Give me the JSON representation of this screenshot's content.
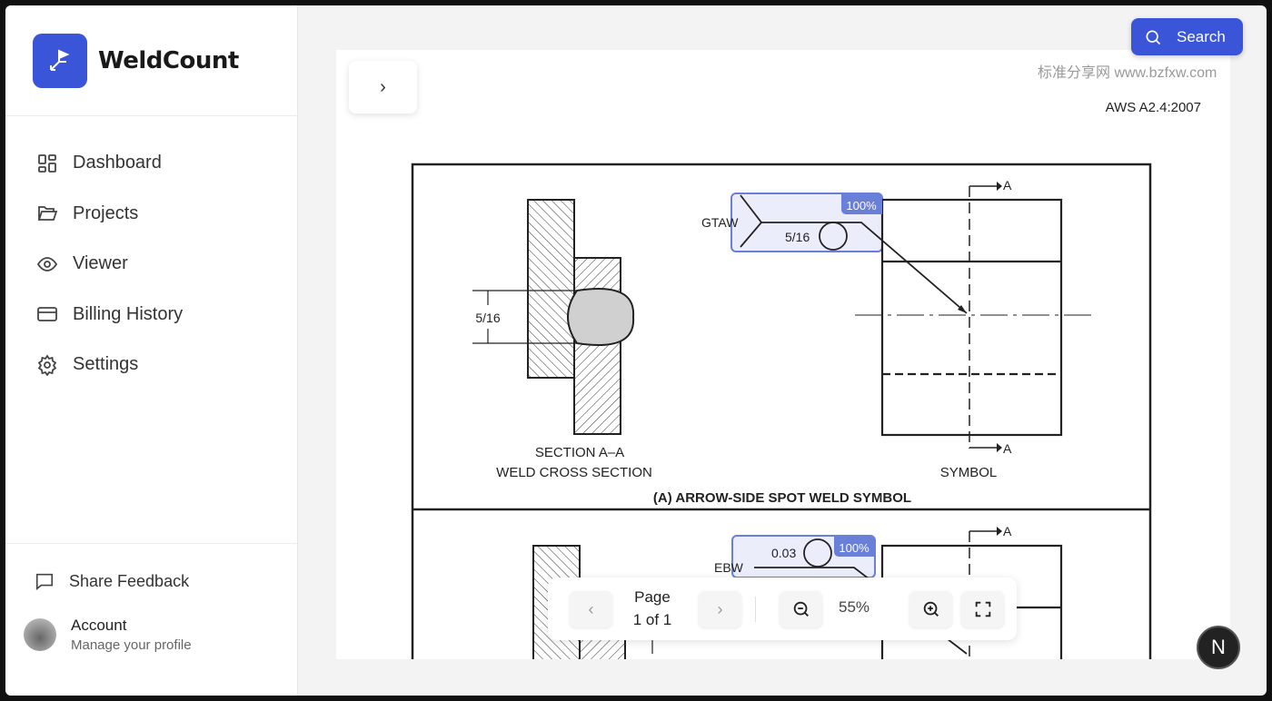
{
  "app": {
    "name": "WeldCount",
    "logo_icon": "flag-arrow-icon",
    "accent": "#3b55d9"
  },
  "sidebar": {
    "items": [
      {
        "label": "Dashboard",
        "icon": "grid-icon"
      },
      {
        "label": "Projects",
        "icon": "folder-icon"
      },
      {
        "label": "Viewer",
        "icon": "eye-icon"
      },
      {
        "label": "Billing History",
        "icon": "credit-card-icon"
      },
      {
        "label": "Settings",
        "icon": "gear-icon"
      }
    ],
    "feedback": "Share Feedback",
    "account": {
      "name": "Account",
      "subtitle": "Manage your profile"
    }
  },
  "header": {
    "search_label": "Search"
  },
  "document": {
    "watermark": "标准分享网 www.bzfxw.com",
    "standard": "AWS A2.4:2007",
    "fig_a": {
      "process": "GTAW",
      "size": "5/16",
      "dim": "5/16",
      "section_label": "SECTION A–A",
      "cross_label": "WELD CROSS SECTION",
      "symbol_label": "SYMBOL",
      "title": "(A) ARROW-SIDE SPOT WELD SYMBOL",
      "section_mark": "A"
    },
    "fig_b": {
      "process": "EBW",
      "size": "0.03",
      "section_mark": "A"
    },
    "detections": [
      {
        "confidence": "100%"
      },
      {
        "confidence": "100%"
      }
    ]
  },
  "toolbar": {
    "page_word": "Page",
    "page_of": "1 of 1",
    "zoom": "55%"
  },
  "badge": {
    "label": "N"
  }
}
